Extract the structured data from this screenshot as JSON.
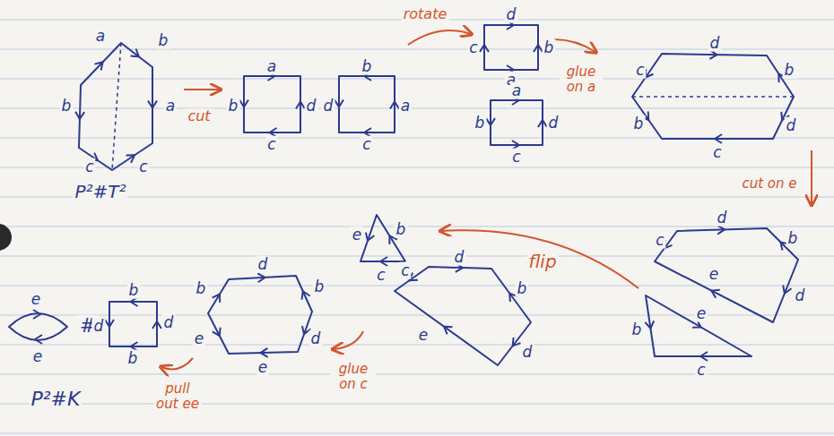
{
  "diagram": {
    "labels": [
      "a",
      "b",
      "b",
      "a",
      "c",
      "c",
      "P²#T²",
      "cut",
      "a",
      "b",
      "d",
      "c",
      "b",
      "d",
      "a",
      "c",
      "rotate",
      "d",
      "c",
      "b",
      "a",
      "a",
      "b",
      "d",
      "c",
      "glue on a",
      "c",
      "d",
      "b",
      "b",
      "d",
      "c",
      "cut on e",
      "c",
      "d",
      "b",
      "d",
      "e",
      "e",
      "b",
      "c",
      "flip",
      "e",
      "b",
      "c",
      "c",
      "d",
      "b",
      "d",
      "e",
      "glue on c",
      "b",
      "d",
      "b",
      "e",
      "d",
      "e",
      "pull out ee",
      "e",
      "e",
      "#",
      "b",
      "d",
      "d",
      "b",
      "P²#K"
    ]
  }
}
